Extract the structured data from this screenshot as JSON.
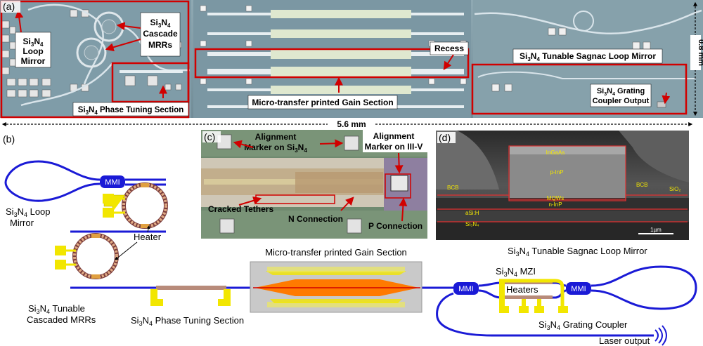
{
  "panel_a": {
    "label": "(a)",
    "loop_mirror": [
      "Si",
      "3",
      "N",
      "4",
      " Loop",
      "Mirror"
    ],
    "cascade_mrrs": [
      "Si",
      "3",
      "N",
      "4",
      "Cascade",
      "MRRs"
    ],
    "recess": "Recess",
    "sagnac": [
      "Si",
      "3",
      "N",
      "4",
      " Tunable Sagnac Loop Mirror"
    ],
    "phase_tuning": [
      "Si",
      "3",
      "N",
      "4",
      " Phase Tuning Section"
    ],
    "gain_section": "Micro-transfer printed Gain Section",
    "grating": [
      "Si",
      "3",
      "N",
      "4",
      " Grating",
      "Coupler Output"
    ],
    "width_label": "5.6 mm",
    "height_label": "0.8 mm"
  },
  "panel_b": {
    "label": "(b)",
    "mmi": "MMI",
    "loop_mirror": [
      "Si",
      "3",
      "N",
      "4",
      " Loop",
      "Mirror"
    ],
    "heater": "Heater",
    "cascaded_mrrs": [
      "Si",
      "3",
      "N",
      "4",
      " Tunable",
      "Cascaded MRRs"
    ],
    "phase_tuning": [
      "Si",
      "3",
      "N",
      "4",
      "  Phase Tuning Section"
    ],
    "gain_section": "Micro-transfer printed Gain Section",
    "mzi": [
      "Si",
      "3",
      "N",
      "4",
      " MZI"
    ],
    "heaters": "Heaters",
    "mmi_left": "MMI",
    "mmi_right": "MMI",
    "grating": [
      "Si",
      "3",
      "N",
      "4",
      " Grating Coupler"
    ],
    "laser_output": "Laser output"
  },
  "panel_c": {
    "label": "(c)",
    "marker_sin": [
      "Alignment",
      "Marker on Si",
      "3",
      "N",
      "4"
    ],
    "marker_iiiv": [
      "Alignment",
      "Marker on III-V"
    ],
    "cracked": "Cracked Tethers",
    "n_conn": "N Connection",
    "p_conn": "P Connection"
  },
  "panel_d": {
    "label": "(d)",
    "ingaas": "InGaAs",
    "pinp": "p-InP",
    "bcb_left": "BCB",
    "bcb_right": "BCB",
    "sio2": "SiO₂",
    "mqws": "MQWs",
    "ninp": "n-InP",
    "asih": "aSi:H",
    "sin": "Si₃N₄",
    "scale": "1µm",
    "caption": [
      "Si",
      "3",
      "N",
      "4",
      " Tunable Sagnac Loop Mirror"
    ]
  },
  "colors": {
    "waveguide": "#1a1ad6",
    "mmi": "#1a1ad6",
    "heater_pad": "#f2e600",
    "ring": "#d9a27a",
    "gain": "#ff7a00",
    "callout": "#d10000",
    "chip": "#7e9aa6"
  }
}
